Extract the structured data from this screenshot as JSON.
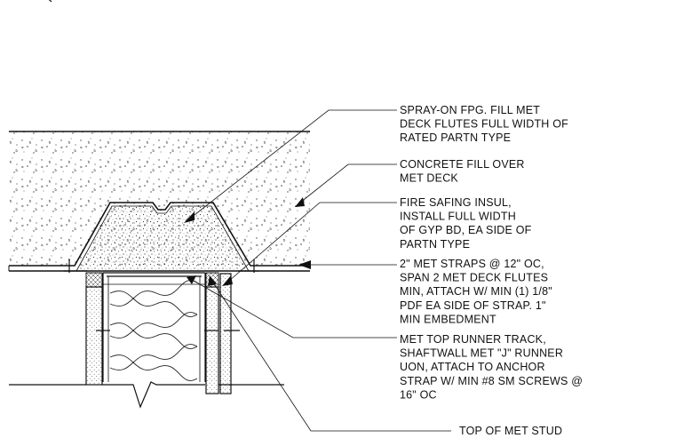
{
  "notes": [
    {
      "id": "spray-on-fireproofing",
      "lines": [
        "SPRAY-ON FPG. FILL MET",
        "DECK FLUTES FULL WIDTH OF",
        "RATED PARTN TYPE"
      ]
    },
    {
      "id": "concrete-fill",
      "lines": [
        "CONCRETE FILL OVER",
        "MET DECK"
      ]
    },
    {
      "id": "fire-safing-insulation",
      "lines": [
        "FIRE SAFING INSUL,",
        "INSTALL FULL WIDTH",
        "OF GYP BD, EA SIDE OF",
        "PARTN TYPE"
      ]
    },
    {
      "id": "met-straps",
      "lines": [
        "2\" MET STRAPS @ 12\" OC,",
        "SPAN 2 MET DECK FLUTES",
        "MIN, ATTACH W/ MIN (1) 1/8\"",
        "PDF EA SIDE OF STRAP.  1\"",
        "MIN EMBEDMENT"
      ]
    },
    {
      "id": "top-runner-track",
      "lines": [
        "MET TOP RUNNER TRACK,",
        "SHAFTWALL MET \"J\" RUNNER",
        "UON, ATTACH TO ANCHOR",
        "STRAP W/ MIN #8 SM SCREWS @",
        "16\" OC"
      ]
    },
    {
      "id": "top-of-stud",
      "lines": [
        "TOP OF MET STUD"
      ]
    }
  ],
  "colors": {
    "line": "#111111",
    "paper": "#ffffff",
    "hatch": "#3a3a3a"
  }
}
